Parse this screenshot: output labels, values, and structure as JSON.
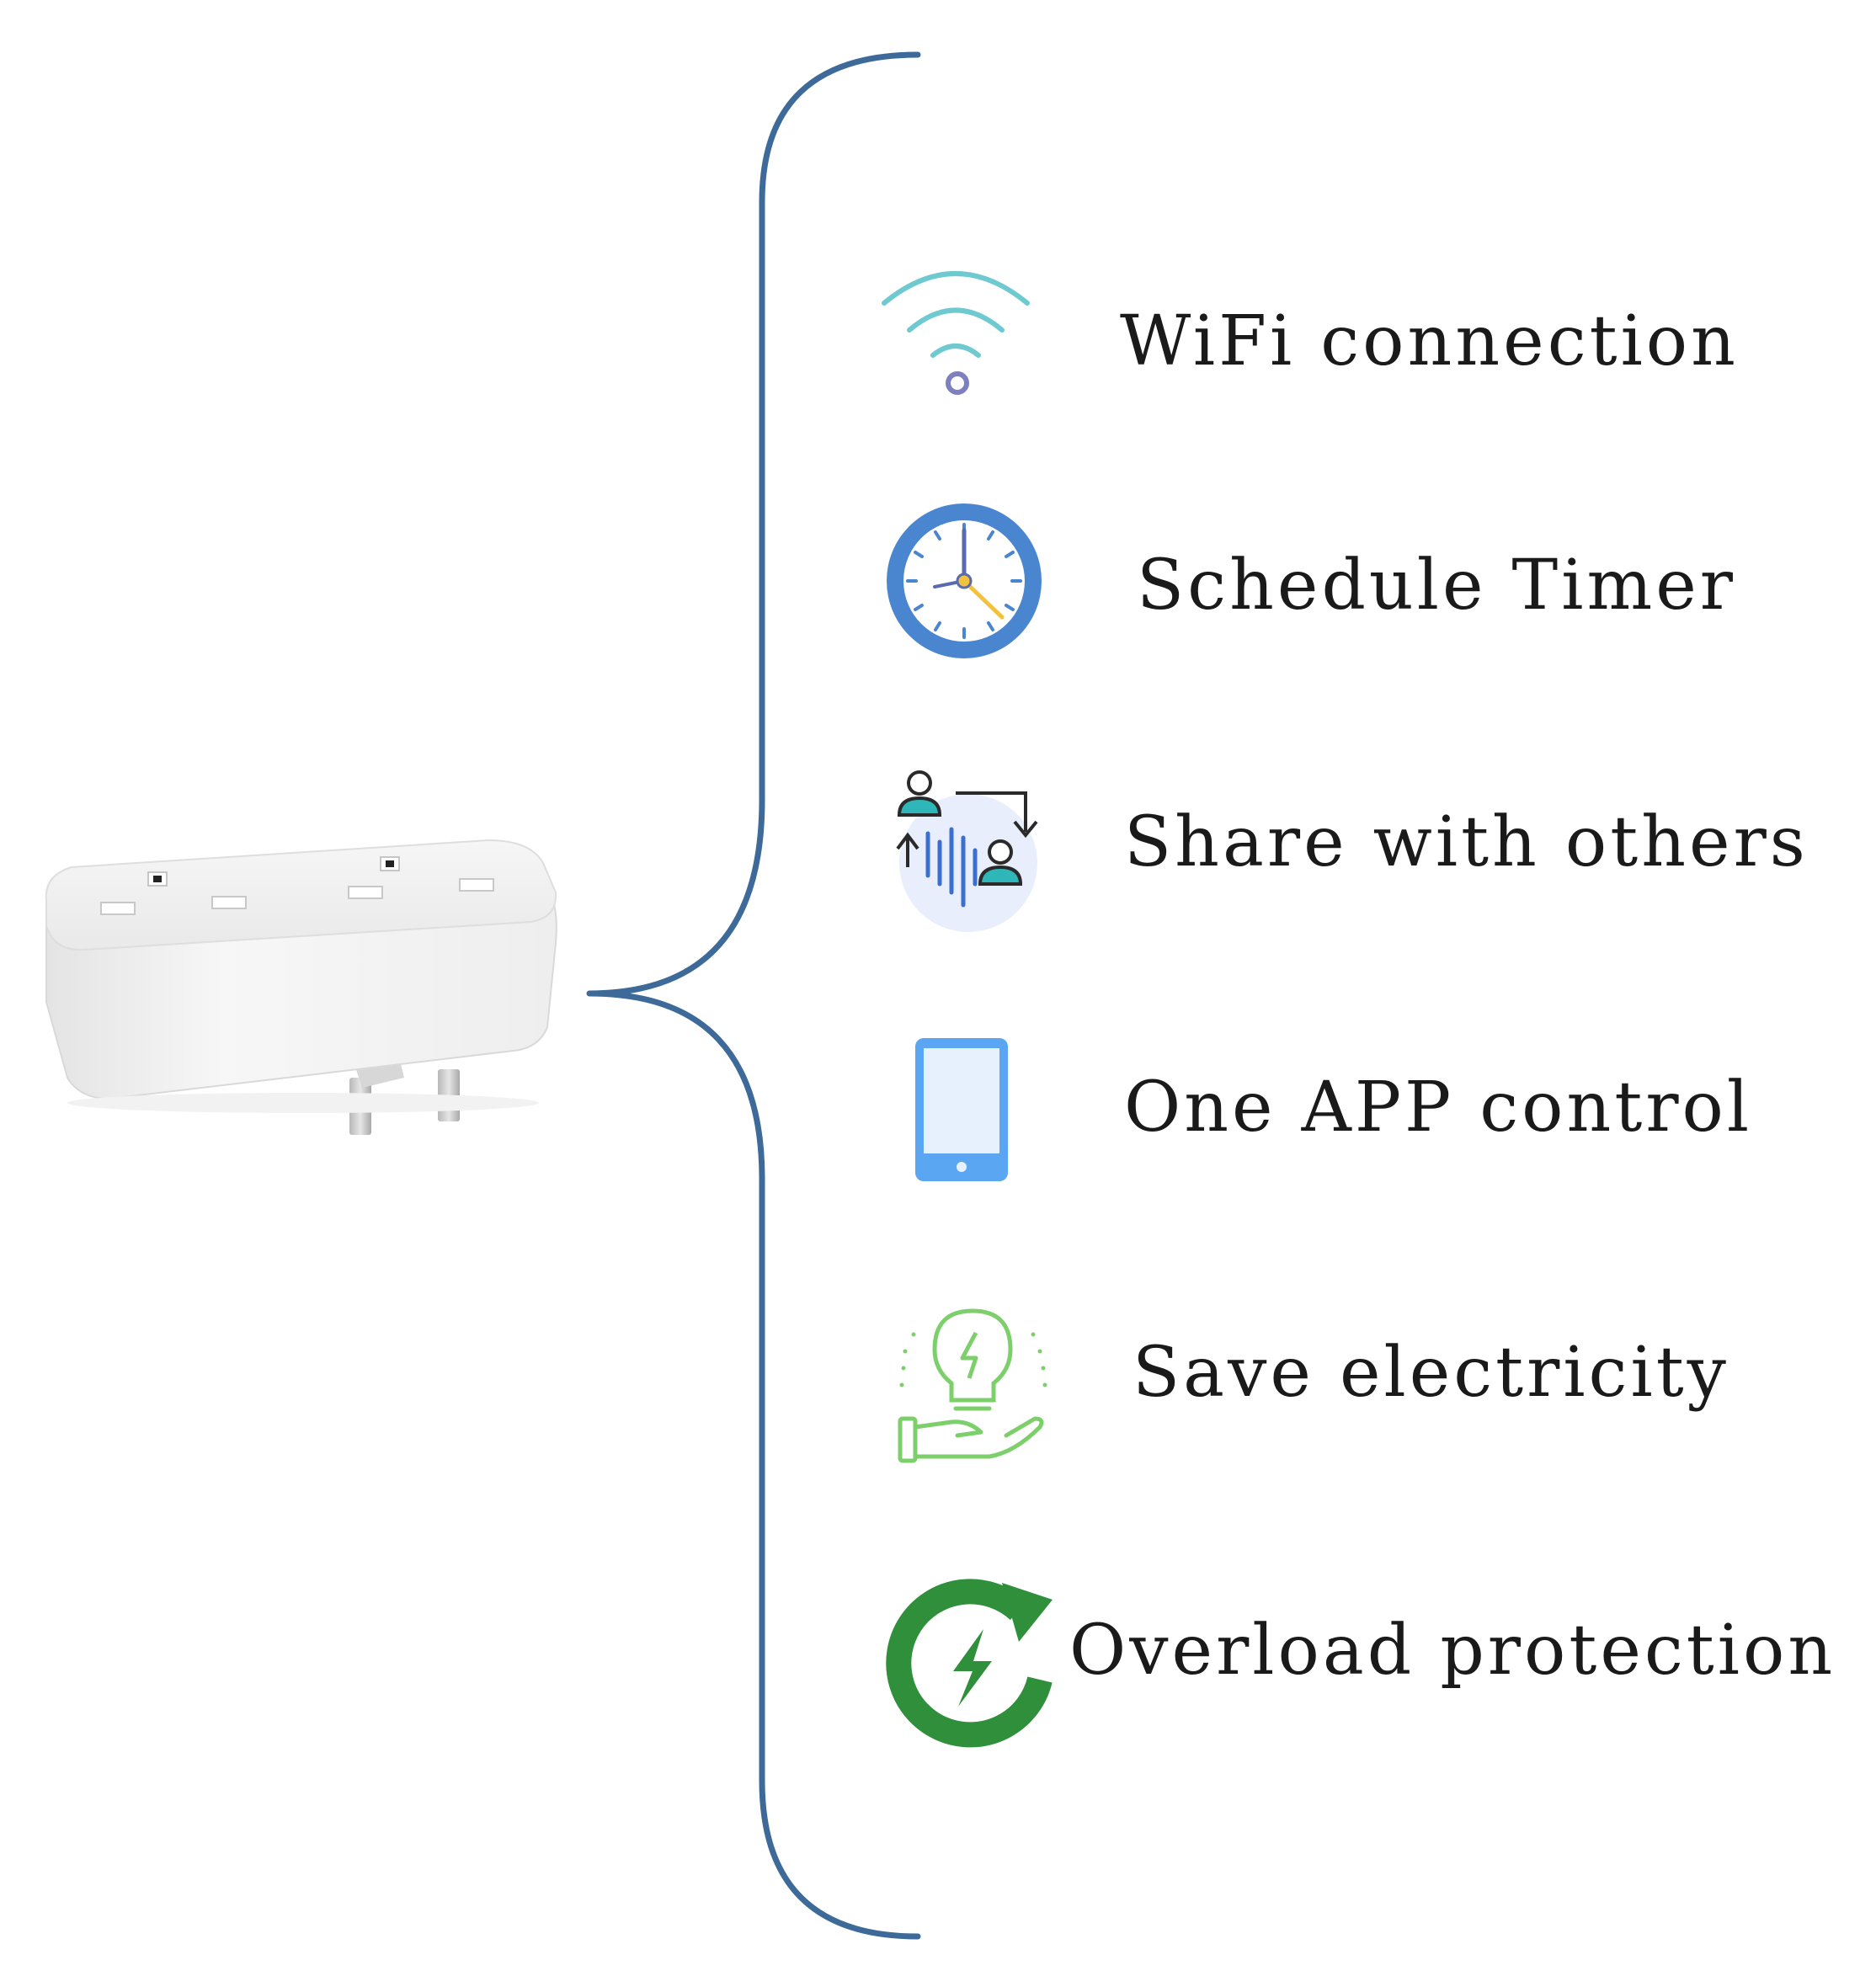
{
  "features": [
    {
      "label": "WiFi connection",
      "icon": "wifi-icon"
    },
    {
      "label": "Schedule Timer",
      "icon": "clock-icon"
    },
    {
      "label": "Share with others",
      "icon": "share-users-icon"
    },
    {
      "label": "One APP control",
      "icon": "smartphone-icon"
    },
    {
      "label": "Save electricity",
      "icon": "lightbulb-hand-icon"
    },
    {
      "label": "Overload protection",
      "icon": "power-refresh-icon"
    }
  ],
  "colors": {
    "brace": "#3d6a98",
    "wifi_arc": "#6fc9d0",
    "wifi_dot": "#7d7fbf",
    "clock_ring": "#4a86d0",
    "clock_hand_gold": "#f2c23c",
    "share_blue": "#3a6fd0",
    "share_teal": "#2fb6b8",
    "phone_blue": "#5aa6f2",
    "phone_screen": "#e6f1fd",
    "save_green": "#7ccf6a",
    "overload_green": "#2f8f3a",
    "text": "#1a1a1a"
  }
}
